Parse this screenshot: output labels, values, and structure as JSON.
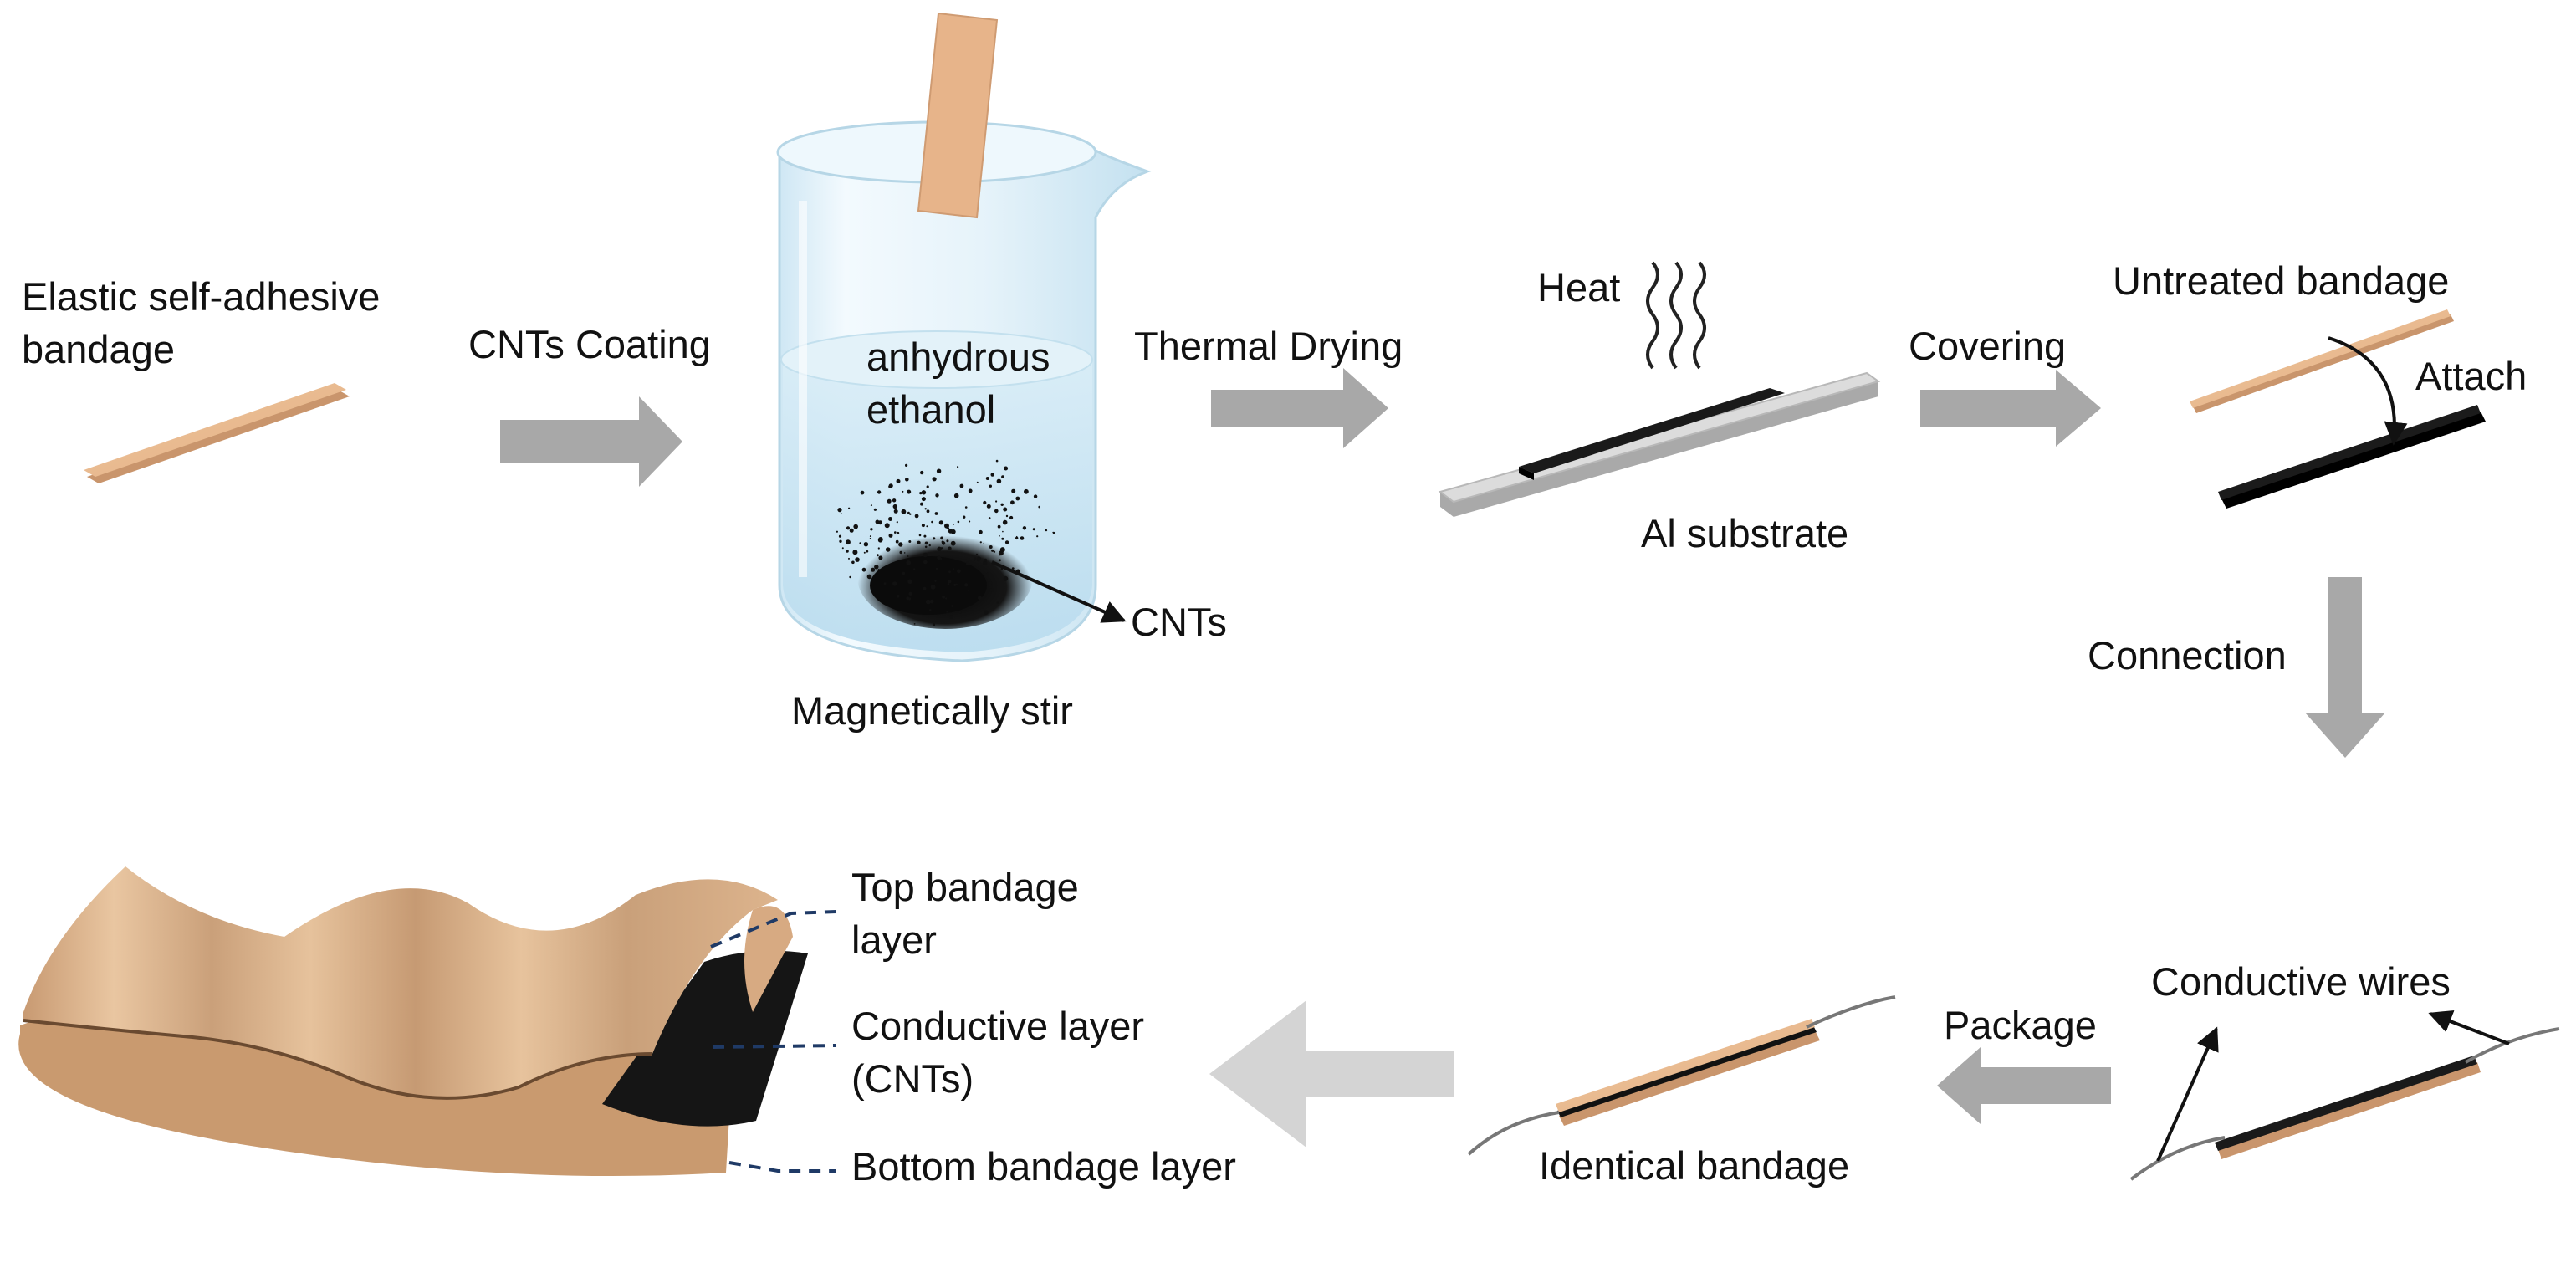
{
  "labels": {
    "elastic_bandage": "Elastic self-adhesive bandage",
    "cnts_coating": "CNTs Coating",
    "anhydrous_ethanol": "anhydrous ethanol",
    "cnts_in_beaker": "CNTs",
    "magnetically_stir": "Magnetically stir",
    "thermal_drying": "Thermal Drying",
    "heat": "Heat",
    "al_substrate": "Al substrate",
    "covering": "Covering",
    "untreated_bandage": "Untreated bandage",
    "attach": "Attach",
    "connection": "Connection",
    "conductive_wires": "Conductive wires",
    "package": "Package",
    "identical_bandage": "Identical bandage",
    "top_bandage_layer": "Top bandage layer",
    "conductive_layer": "Conductive layer (CNTs)",
    "bottom_bandage_layer": "Bottom bandage layer"
  },
  "colors": {
    "bandage": "#e8b98e",
    "bandage_edge": "#c9956c",
    "cnt_black": "#161616",
    "arrow_gray": "#a8a8a8",
    "arrow_light": "#d4d4d4",
    "glass": "#dbeef8",
    "liquid": "#c7e4f3",
    "al_plate": "#d8d8d8",
    "dashed_leader": "#1f3a66"
  }
}
